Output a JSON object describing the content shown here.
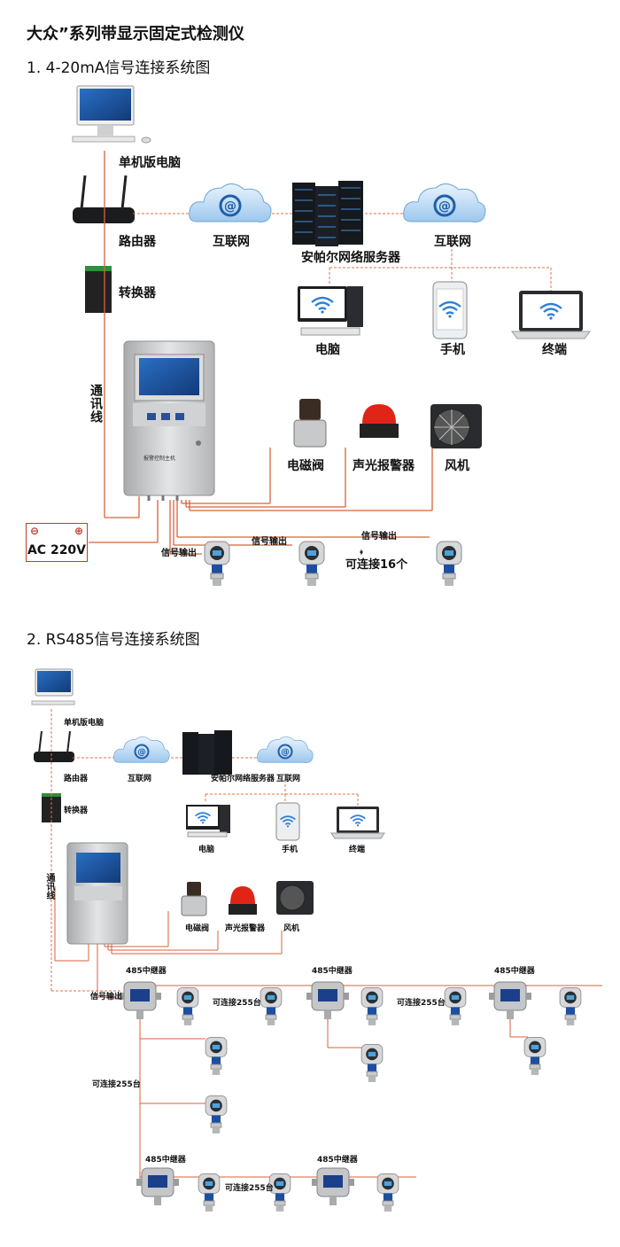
{
  "title": "大众”系列带显示固定式检测仪",
  "section1": {
    "heading": "1. 4-20mA信号连接系统图",
    "labels": {
      "pc": "单机版电脑",
      "router": "路由器",
      "internet1": "互联网",
      "server": "安帕尔网络服务器",
      "internet2": "互联网",
      "converter": "转换器",
      "computer": "电脑",
      "phone": "手机",
      "terminal": "终端",
      "cable": "通讯线",
      "valve": "电磁阀",
      "alarm": "声光报警器",
      "fan": "风机",
      "power": "AC 220V",
      "signal_out_1": "信号输出",
      "signal_out_2": "信号输出",
      "signal_out_3": "信号输出",
      "connect_16": "可连接16个",
      "panel_text": "报警控制主机"
    }
  },
  "section2": {
    "heading": "2. RS485信号连接系统图",
    "labels": {
      "pc": "单机版电脑",
      "router": "路由器",
      "internet1": "互联网",
      "server": "安帕尔网络服务器",
      "internet2": "互联网",
      "converter": "转换器",
      "computer": "电脑",
      "phone": "手机",
      "terminal": "终端",
      "cable": "通讯线",
      "valve": "电磁阀",
      "alarm": "声光报警器",
      "fan": "风机",
      "signal_out": "信号输出",
      "relay1": "485中继器",
      "relay2": "485中继器",
      "relay3": "485中继器",
      "relay4": "485中继器",
      "relay5": "485中继器",
      "connect255_1": "可连接255台",
      "connect255_2": "可连接255台",
      "connect255_3": "可连接255台",
      "connect255_4": "可连接255台"
    }
  },
  "colors": {
    "wire_orange": "#d9623b",
    "wire_dashed": "#e0704a",
    "panel_silver": "#c9cbcc",
    "screen_blue": "#1b3f8a",
    "sensor_blue": "#1d4fa0"
  }
}
